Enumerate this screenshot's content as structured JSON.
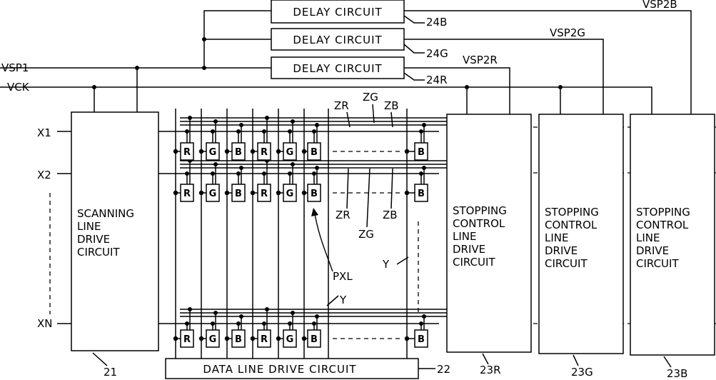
{
  "signals": {
    "vsp1": "VSP1",
    "vck": "VCK",
    "vsp2r": "VSP2R",
    "vsp2g": "VSP2G",
    "vsp2b": "VSP2B"
  },
  "rows": {
    "x1": "X1",
    "x2": "X2",
    "xn": "XN"
  },
  "delays": {
    "b": {
      "label": "DELAY CIRCUIT",
      "ref": "24B"
    },
    "g": {
      "label": "DELAY CIRCUIT",
      "ref": "24G"
    },
    "r": {
      "label": "DELAY CIRCUIT",
      "ref": "24R"
    }
  },
  "scan": {
    "lines": [
      "SCANNING",
      "LINE",
      "DRIVE",
      "CIRCUIT"
    ],
    "ref": "21"
  },
  "data_drive": {
    "label": "DATA LINE DRIVE CIRCUIT",
    "ref": "22"
  },
  "stops": [
    {
      "lines": [
        "STOPPING",
        "CONTROL",
        "LINE",
        "DRIVE",
        "CIRCUIT"
      ],
      "ref": "23R"
    },
    {
      "lines": [
        "STOPPING",
        "CONTROL",
        "LINE",
        "DRIVE",
        "CIRCUIT"
      ],
      "ref": "23G"
    },
    {
      "lines": [
        "STOPPING",
        "CONTROL",
        "LINE",
        "DRIVE",
        "CIRCUIT"
      ],
      "ref": "23B"
    }
  ],
  "cells": [
    "R",
    "G",
    "B",
    "R",
    "G",
    "B"
  ],
  "last_cell": "B",
  "labels": {
    "zr": "ZR",
    "zg": "ZG",
    "zb": "ZB",
    "zr2": "ZR",
    "zg2": "ZG",
    "zb2": "ZB",
    "pxl": "PXL",
    "y1": "Y",
    "y2": "Y"
  }
}
